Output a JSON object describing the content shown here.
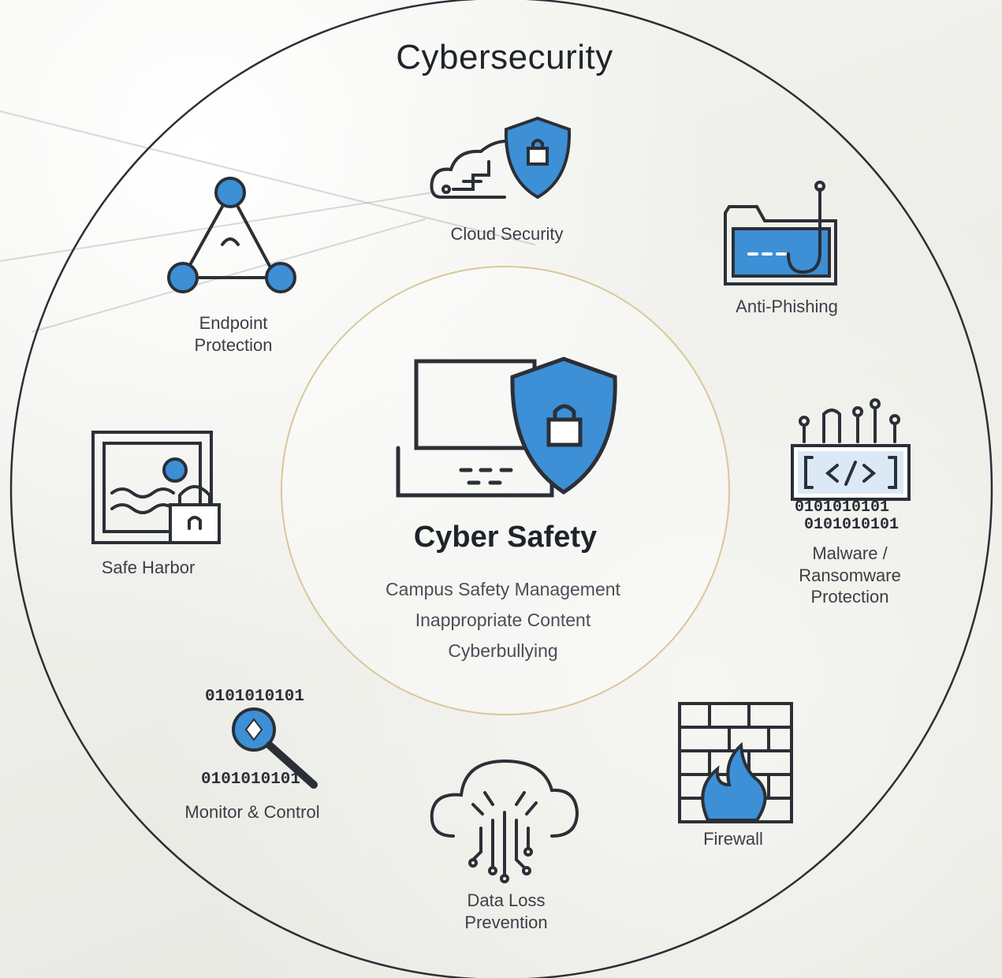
{
  "title": "Cybersecurity",
  "center": {
    "title": "Cyber Safety",
    "items": [
      "Campus Safety Management",
      "Inappropriate Content",
      "Cyberbullying"
    ]
  },
  "segments": {
    "cloud_security": "Cloud Security",
    "anti_phishing": "Anti-Phishing",
    "malware": "Malware /\nRansomware\nProtection",
    "firewall": "Firewall",
    "data_loss": "Data Loss\nPrevention",
    "monitor": "Monitor & Control",
    "safe_harbor": "Safe Harbor",
    "endpoint": "Endpoint\nProtection"
  },
  "icon_text": {
    "binary_line_1": "0101010101",
    "binary_line_2": "0101010101",
    "malware_binary_1": "0101010101",
    "malware_binary_2": "0101010101"
  },
  "colors": {
    "accent": "#3d8fd6",
    "outline": "#2b2f36",
    "background": "#efefeb"
  },
  "icons": [
    "cloud-shield-icon",
    "phishing-hook-icon",
    "malware-code-icon",
    "firewall-icon",
    "cloud-circuit-icon",
    "binary-magnifier-icon",
    "image-lock-icon",
    "network-triangle-icon",
    "laptop-shield-icon"
  ]
}
